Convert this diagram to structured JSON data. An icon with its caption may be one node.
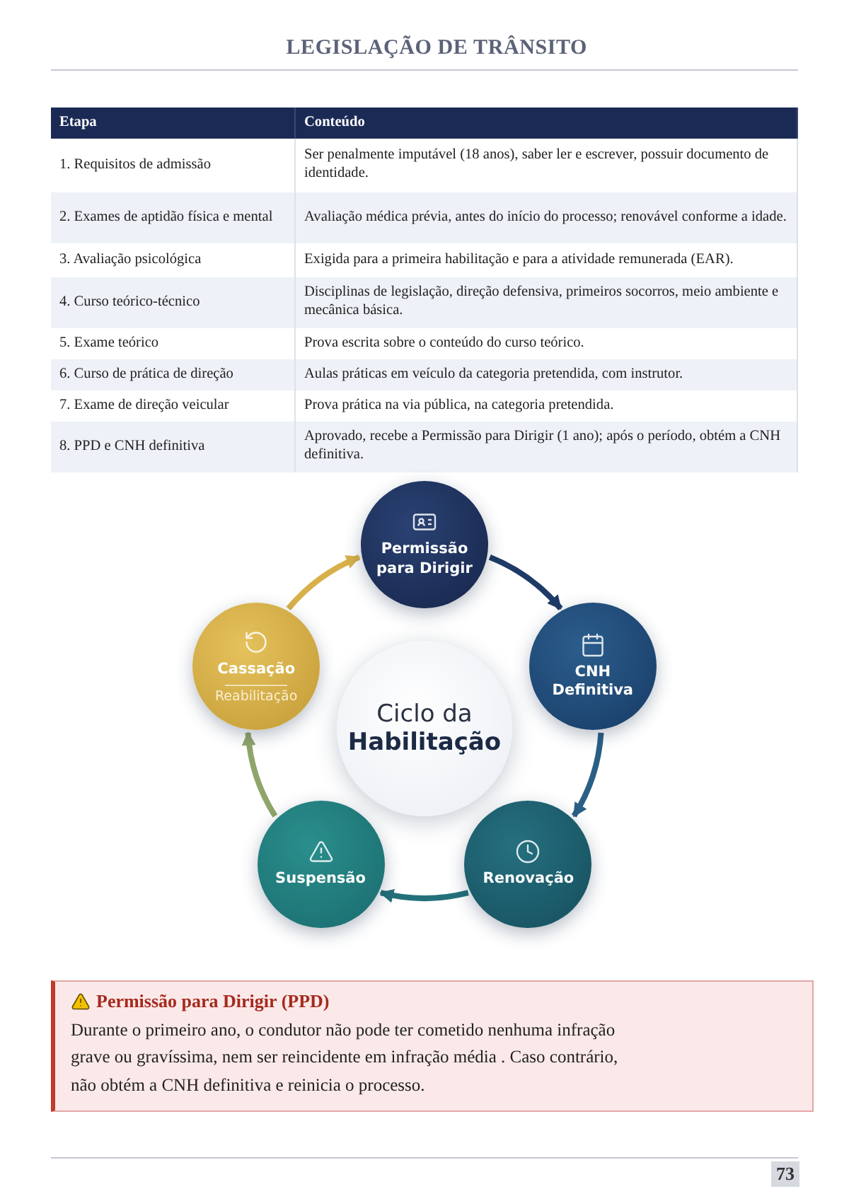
{
  "diagram": {
    "title": "LEGISLAÇÃO DE TRÂNSITO",
    "nodes": [
      {
        "text": [
          "Permissão para Dirigir"
        ]
      },
      {
        "text": [
          "CNH Definitiva"
        ]
      },
      {
        "text": [
          "Renovação"
        ]
      },
      {
        "text": [
          "Suspensão"
        ]
      },
      {
        "text": [
          "Cassação",
          "Reabilitação"
        ]
      },
      {
        "text": [
          "Ciclo da",
          "Habilitação"
        ]
      },
      {
        "text": [
          "Permissão para Dirigir (PPD)",
          "Durante o primeiro ano, o condutor não pode ter cometido nenhuma infração grave ou gravíssima, nem ser reincidente em infração média . Caso contrário, não obtém a CNH definitiva e reinicia o processo."
        ]
      }
    ],
    "edges": [
      {
        "from": 0,
        "to": 1,
        "arrow": "to",
        "color": "#1e3a66"
      },
      {
        "from": 1,
        "to": 2,
        "arrow": "to",
        "color": "#2a5f86"
      },
      {
        "from": 2,
        "to": 3,
        "arrow": "to",
        "color": "#23707a"
      },
      {
        "from": 3,
        "to": 4,
        "arrow": "to",
        "color": "#8fa56a"
      },
      {
        "from": 4,
        "to": 0,
        "arrow": "to",
        "color": "#d8b04a"
      }
    ],
    "labels": [
      "Etapa",
      "Conteúdo",
      "1. Requisitos de admissão",
      "Ser penalmente imputável (18 anos), saber ler e escrever, possuir documento de identidade.",
      "2. Exames de aptidão física e mental",
      "Avaliação médica prévia, antes do início do processo; renovável conforme a idade.",
      "3. Avaliação psicológica",
      "Exigida para a primeira habilitação e para a atividade remunerada (EAR).",
      "4. Curso teórico-técnico",
      "Disciplinas de legislação, direção defensiva, primeiros socorros, meio ambiente e mecânica básica.",
      "5. Exame teórico",
      "Prova escrita sobre o conteúdo do curso teórico.",
      "6. Curso de prática de direção",
      "Aulas práticas em veículo da categoria pretendida, com instrutor.",
      "7. Exame de direção veicular",
      "Prova prática na via pública, na categoria pretendida.",
      "8. PPD e CNH definitiva",
      "Aprovado, recebe a Permissão para Dirigir (1 ano); após o período, obtém a CNH definitiva.",
      "73"
    ]
  }
}
